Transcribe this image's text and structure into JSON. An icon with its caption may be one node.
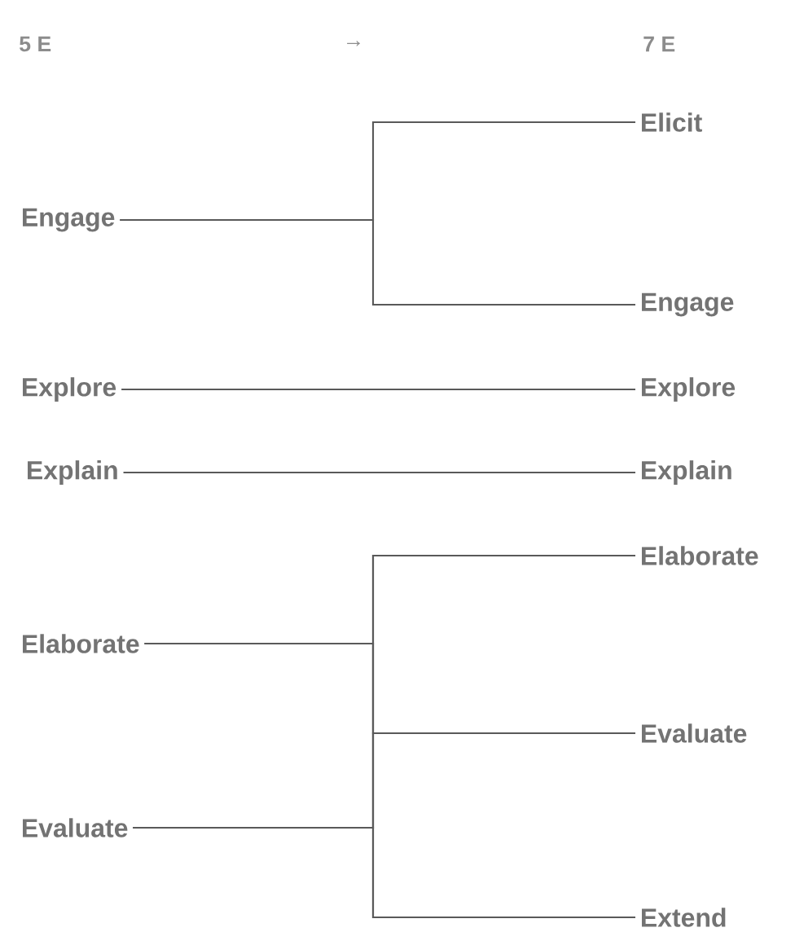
{
  "diagram": {
    "nodes": [
      {
        "text": [
          "Engage"
        ]
      },
      {
        "text": [
          "Explore"
        ]
      },
      {
        "text": [
          "Explain"
        ]
      },
      {
        "text": [
          "Elaborate"
        ]
      },
      {
        "text": [
          "Evaluate"
        ]
      },
      {
        "text": [
          "Elicit"
        ]
      },
      {
        "text": [
          "Engage"
        ]
      },
      {
        "text": [
          "Explore"
        ]
      },
      {
        "text": [
          "Explain"
        ]
      },
      {
        "text": [
          "Elaborate"
        ]
      },
      {
        "text": [
          "Evaluate"
        ]
      },
      {
        "text": [
          "Extend"
        ]
      }
    ],
    "edges": [
      {
        "from": 0,
        "to": 5,
        "arrow": "none"
      },
      {
        "from": 0,
        "to": 6,
        "arrow": "none"
      },
      {
        "from": 1,
        "to": 7,
        "arrow": "none"
      },
      {
        "from": 2,
        "to": 8,
        "arrow": "none"
      },
      {
        "from": 3,
        "to": 9,
        "arrow": "none"
      },
      {
        "from": 3,
        "to": 10,
        "arrow": "none"
      },
      {
        "from": 3,
        "to": 11,
        "arrow": "none"
      },
      {
        "from": 4,
        "to": 9,
        "arrow": "none"
      },
      {
        "from": 4,
        "to": 10,
        "arrow": "none"
      },
      {
        "from": 4,
        "to": 11,
        "arrow": "none"
      }
    ],
    "labels": [
      "5 E",
      "→",
      "7 E"
    ]
  }
}
